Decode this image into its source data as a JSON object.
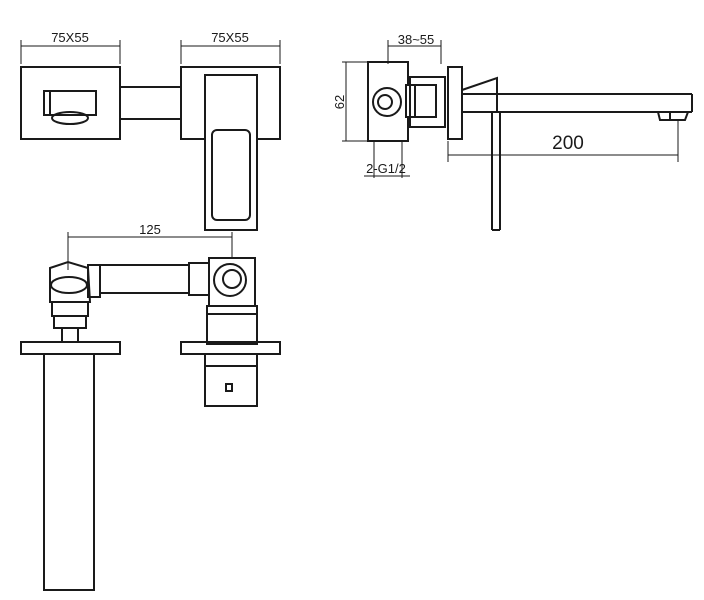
{
  "dimensions": {
    "top_left_box": "75X55",
    "top_right_box": "75X55",
    "center_distance": "125",
    "wall_depth": "38~55",
    "height": "62",
    "spout_length": "200",
    "thread": "2-G1/2"
  }
}
